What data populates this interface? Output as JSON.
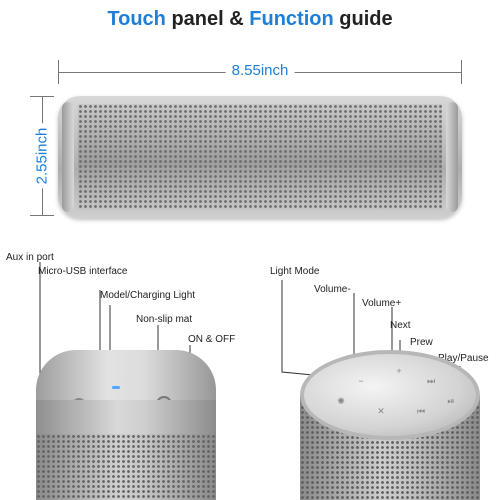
{
  "title": {
    "part1": "Touch",
    "part2": "panel &",
    "part3": "Function",
    "part4": "guide"
  },
  "dimensions": {
    "length": "8.55inch",
    "height": "2.55inch"
  },
  "left_callouts": {
    "aux": "Aux in port",
    "usb": "Micro-USB interface",
    "light": "Model/Charging Light",
    "mat": "Non-slip mat",
    "onoff": "ON & OFF"
  },
  "right_callouts": {
    "light_mode": "Light Mode",
    "volume_down": "Volume-",
    "volume_up": "Volume+",
    "next": "Next",
    "prew": "Prew",
    "play_pause": "Play/Pause"
  },
  "icons": {
    "light_mode": "lightbulb-icon",
    "volume_down": "volume-down-icon",
    "volume_up": "volume-up-icon",
    "next": "next-icon",
    "prew": "previous-icon",
    "play_pause": "play-pause-icon"
  },
  "colors": {
    "accent": "#1e7fd8",
    "text": "#222222",
    "speaker_silver": "#c0c0c0"
  }
}
